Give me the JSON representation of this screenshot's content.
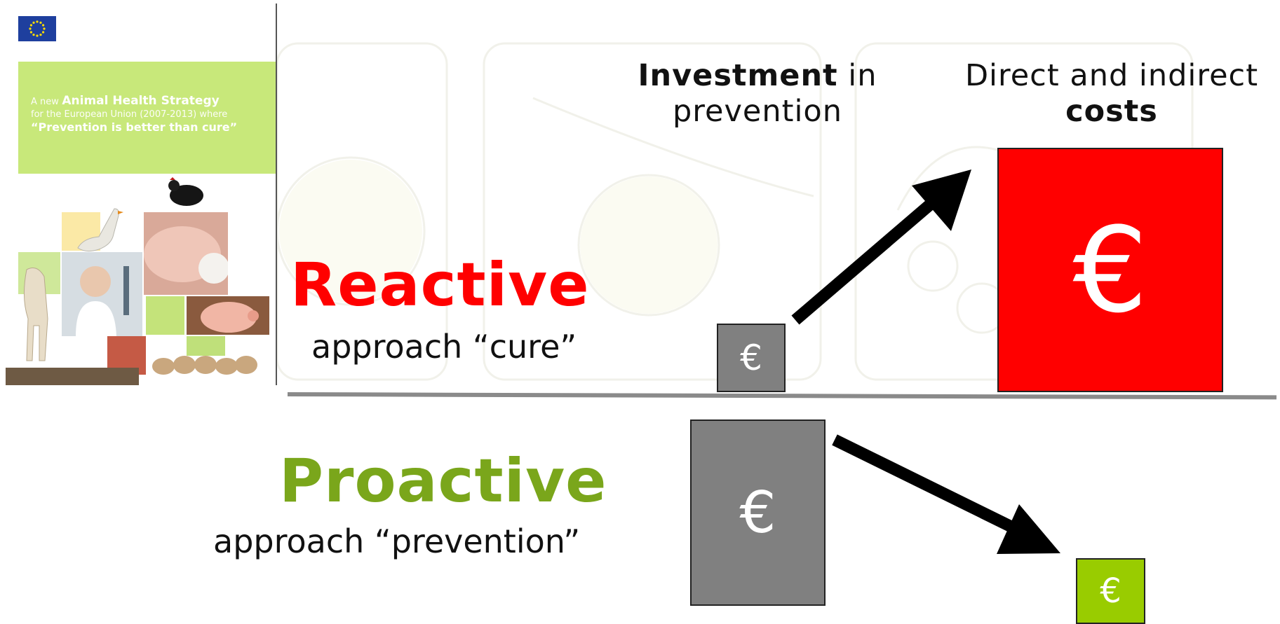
{
  "cover": {
    "line1_prefix": "A new",
    "line1_emph": "Animal Health Strategy",
    "line2": "for the European Union (2007-2013) where",
    "line3": "“Prevention is better than cure”"
  },
  "headers": {
    "investment_bold": "Investment",
    "investment_rest": " in",
    "investment_line2": "prevention",
    "costs_line1": "Direct and indirect",
    "costs_bold": "costs"
  },
  "reactive": {
    "title": "Reactive",
    "subtitle": "approach “cure”",
    "investment_symbol": "€",
    "cost_symbol": "€"
  },
  "proactive": {
    "title": "Proactive",
    "subtitle": "approach “prevention”",
    "investment_symbol": "€",
    "cost_symbol": "€"
  },
  "colors": {
    "reactive": "#ff0000",
    "proactive": "#7aa61b",
    "investment_box": "#808080",
    "proactive_cost_box": "#99cc00",
    "arrow": "#000000"
  }
}
